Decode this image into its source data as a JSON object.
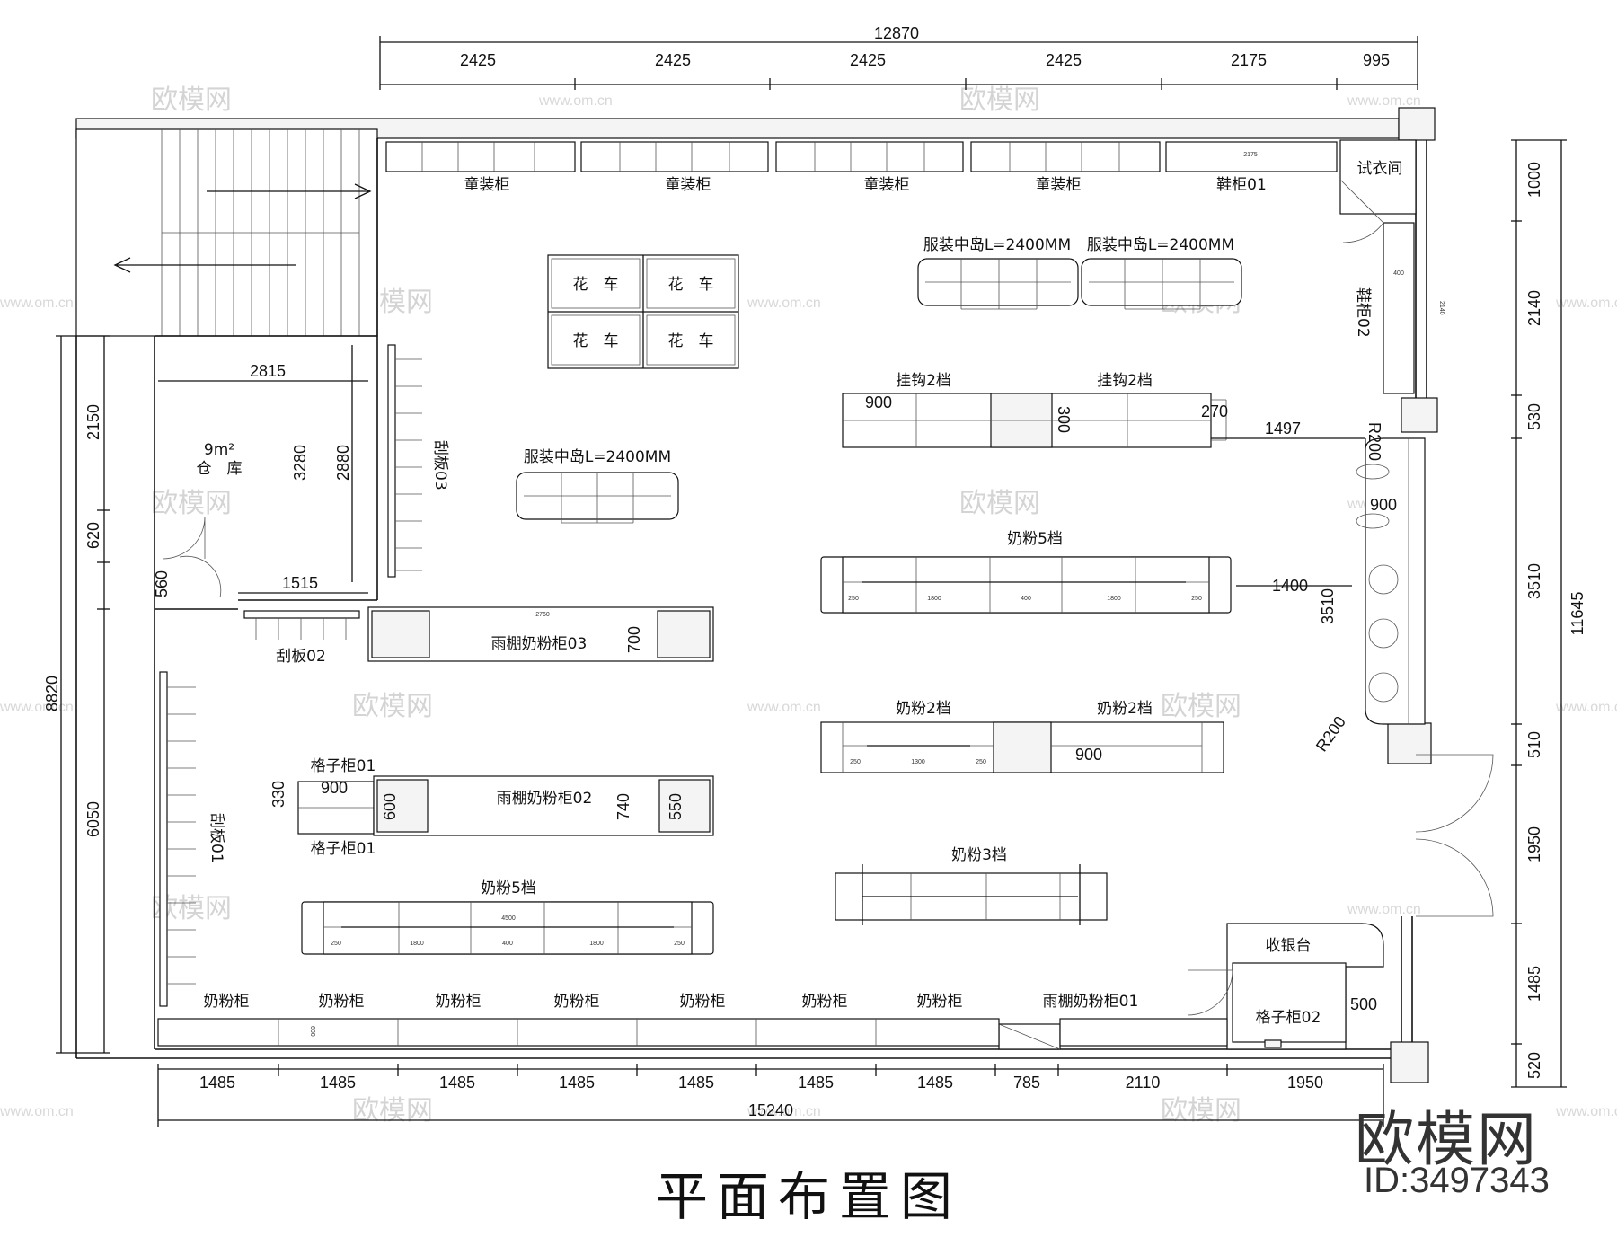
{
  "title": "平面布置图",
  "brand": {
    "logo_text": "欧模网",
    "id_text": "ID:3497343"
  },
  "watermark": {
    "logo": "欧模网",
    "url": "www.om.cn"
  },
  "dimensions": {
    "top_total": "12870",
    "top_segments": [
      "2425",
      "2425",
      "2425",
      "2425",
      "2175",
      "995"
    ],
    "bottom_total": "15240",
    "bottom_segments": [
      "1485",
      "1485",
      "1485",
      "1485",
      "1485",
      "1485",
      "1485",
      "785",
      "2110",
      "1950"
    ],
    "left_total": "8820",
    "left_segments": [
      "2150",
      "620",
      "560",
      "6050"
    ],
    "right_total": "11645",
    "right_segments": [
      "1000",
      "2140",
      "530",
      "3510",
      "510",
      "1950",
      "1485",
      "520"
    ]
  },
  "labels": {
    "top_cabinets": [
      "童装柜",
      "童装柜",
      "童装柜",
      "童装柜"
    ],
    "shoe_cabinet_1": "鞋柜01",
    "shoe_cabinet_1_dim": "2175",
    "fitting_room": "试衣间",
    "shoe_cabinet_2": "鞋柜02",
    "shoe_cabinet_2_dim": "400",
    "shoe_cabinet_2_len": "2140",
    "flower_cart": "花　车",
    "island_top_1": "服装中岛L=2400MM",
    "island_top_2": "服装中岛L=2400MM",
    "island_mid": "服装中岛L=2400MM",
    "hook_1": "挂钩2档",
    "hook_2": "挂钩2档",
    "hook_dim_900": "900",
    "hook_dim_300": "300",
    "hook_dim_270": "270",
    "dim_1497": "1497",
    "r200_top": "R200",
    "r200_bottom": "R200",
    "dim_900_right": "900",
    "dim_3510_inner": "3510",
    "dim_1400": "1400",
    "warehouse_area": "9m²",
    "warehouse": "仓　库",
    "wh_2815": "2815",
    "wh_3280": "3280",
    "wh_2880": "2880",
    "wh_1515": "1515",
    "board_03": "刮板03",
    "board_02": "刮板02",
    "board_01": "刮板01",
    "milk_5_top": "奶粉5档",
    "milk_5_dims": [
      "250",
      "1800",
      "400",
      "1800",
      "250"
    ],
    "canopy_03": "雨棚奶粉柜03",
    "canopy_03_dim": "2760",
    "canopy_03_700": "700",
    "milk_2_a": "奶粉2档",
    "milk_2_b": "奶粉2档",
    "milk_2_dims": [
      "250",
      "1300",
      "250"
    ],
    "milk_2_900": "900",
    "grid_01_top": "格子柜01",
    "grid_01_bottom": "格子柜01",
    "grid_900": "900",
    "grid_330": "330",
    "grid_600": "600",
    "canopy_02": "雨棚奶粉柜02",
    "canopy_02_740": "740",
    "canopy_02_550": "550",
    "milk_3": "奶粉3档",
    "milk_5_bottom": "奶粉5档",
    "milk_5_bottom_total": "4500",
    "cashier": "收银台",
    "grid_02": "格子柜02",
    "cashier_500": "500",
    "bottom_cabinets": [
      "奶粉柜",
      "奶粉柜",
      "奶粉柜",
      "奶粉柜",
      "奶粉柜",
      "奶粉柜",
      "奶粉柜"
    ],
    "canopy_01": "雨棚奶粉柜01",
    "bottom_cab_600": "600"
  }
}
